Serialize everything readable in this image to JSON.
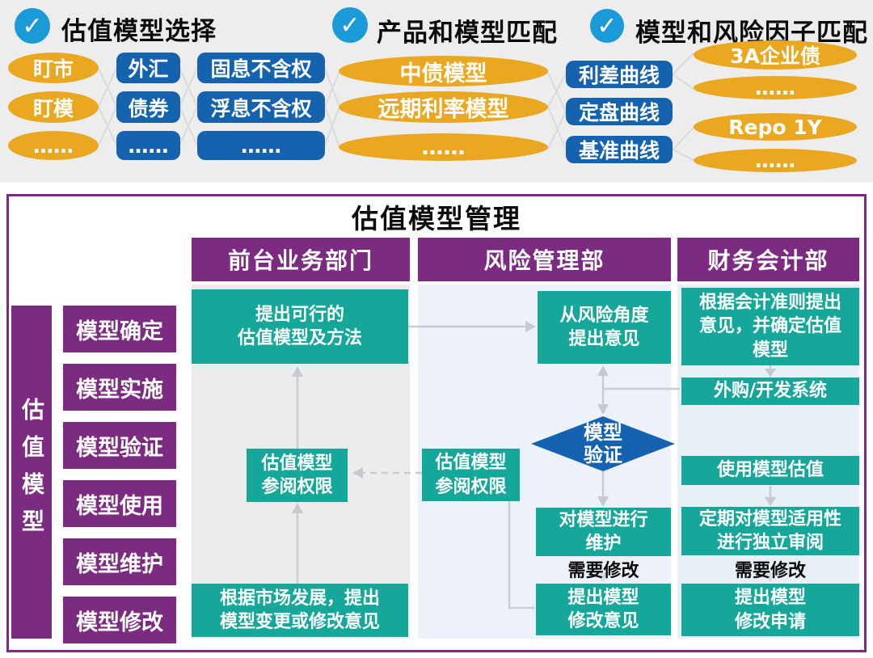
{
  "icons": {
    "check": "✓"
  },
  "colors": {
    "purple": "#7B2C80",
    "teal": "#16A79B",
    "blue_rect": "#1562AE",
    "diamond_blue": "#1561B2",
    "orange": "#E9A820",
    "check_circle_blue": "#1A9BD8"
  },
  "top": {
    "group1": {
      "title": "估值模型选择",
      "col1": [
        "盯市",
        "盯模",
        "……"
      ],
      "col2": [
        "外汇",
        "债券",
        "……"
      ],
      "col3": [
        "固息不含权",
        "浮息不含权",
        "……"
      ]
    },
    "group2": {
      "title": "产品和模型匹配",
      "models": [
        "中债模型",
        "远期利率模型",
        "……"
      ]
    },
    "group3": {
      "title": "模型和风险因子匹配",
      "curves": [
        "利差曲线",
        "定盘曲线",
        "基准曲线"
      ],
      "factors": [
        "3A企业债",
        "……",
        "Repo 1Y",
        "……"
      ]
    }
  },
  "panel": {
    "title": "估值模型管理",
    "sidebar": {
      "label": "估值模型",
      "items": [
        "模型确定",
        "模型实施",
        "模型验证",
        "模型使用",
        "模型维护",
        "模型修改"
      ]
    },
    "columns": {
      "front": {
        "header": "前台业务部门",
        "propose": "提出可行的\n估值模型及方法",
        "access": "估值模型\n参阅权限",
        "market": "根据市场发展，提出\n模型变更或修改意见"
      },
      "risk": {
        "header": "风险管理部",
        "opinion": "从风险角度\n提出意见",
        "access": "估值模型\n参阅权限",
        "validate": "模型\n验证",
        "maintain": "对模型进行\n维护",
        "need_change": "需要修改",
        "suggest": "提出模型\n修改意见"
      },
      "finance": {
        "header": "财务会计部",
        "accounting": "根据会计准则提出\n意见，并确定估值\n模型",
        "system": "外购/开发系统",
        "use": "使用模型估值",
        "review": "定期对模型适用性\n进行独立审阅",
        "need_change": "需要修改",
        "apply": "提出模型\n修改申请"
      }
    }
  }
}
